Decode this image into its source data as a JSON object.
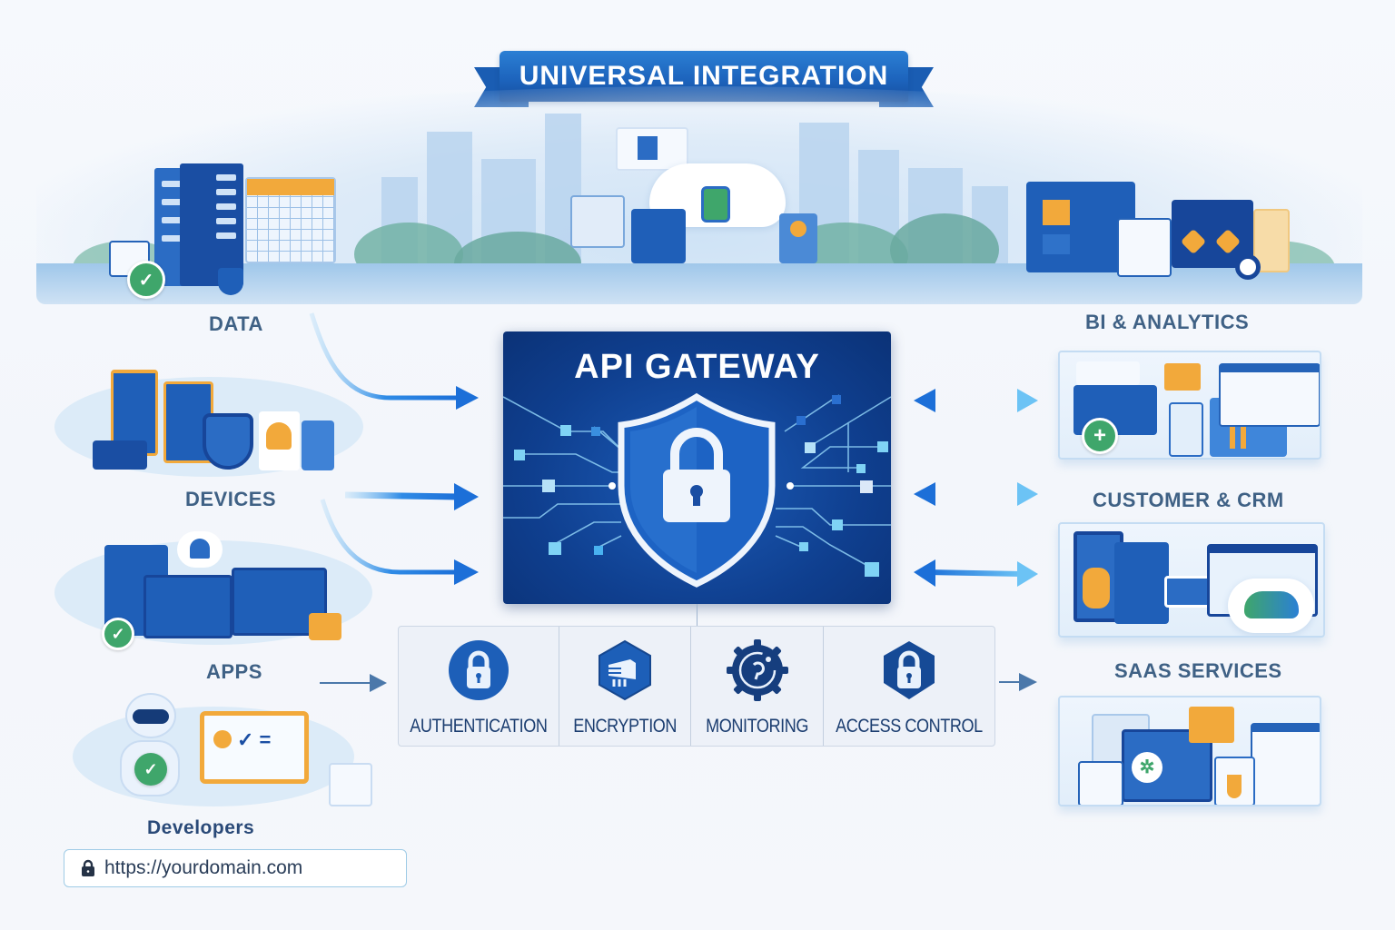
{
  "banner": {
    "title": "UNIVERSAL INTEGRATION"
  },
  "sources": [
    {
      "label": "DATA",
      "icon": "database-server-icon"
    },
    {
      "label": "DEVICES",
      "icon": "devices-icon"
    },
    {
      "label": "APPS",
      "icon": "apps-icon"
    },
    {
      "label": "Developers",
      "icon": "robot-developer-icon"
    }
  ],
  "gateway": {
    "title": "API GATEWAY",
    "icon": "shield-lock-icon"
  },
  "features": [
    {
      "label": "AUTHENTICATION",
      "icon": "lock-icon"
    },
    {
      "label": "ENCRYPTION",
      "icon": "encryption-chip-icon"
    },
    {
      "label": "MONITORING",
      "icon": "monitoring-gear-icon"
    },
    {
      "label": "ACCESS CONTROL",
      "icon": "hexagon-lock-icon"
    }
  ],
  "destinations": [
    {
      "label": "BI & ANALYTICS",
      "icon": "analytics-dashboard-icon"
    },
    {
      "label": "CUSTOMER & CRM",
      "icon": "crm-icon"
    },
    {
      "label": "SAAS SERVICES",
      "icon": "saas-icon"
    }
  ],
  "url_bar": {
    "url": "https://yourdomain.com",
    "icon": "lock-icon"
  },
  "colors": {
    "primary": "#1c5cb8",
    "dark_navy": "#0f3f8f",
    "accent_orange": "#f2a93b",
    "accent_green": "#3fa66b",
    "label_text": "#3f6185"
  }
}
